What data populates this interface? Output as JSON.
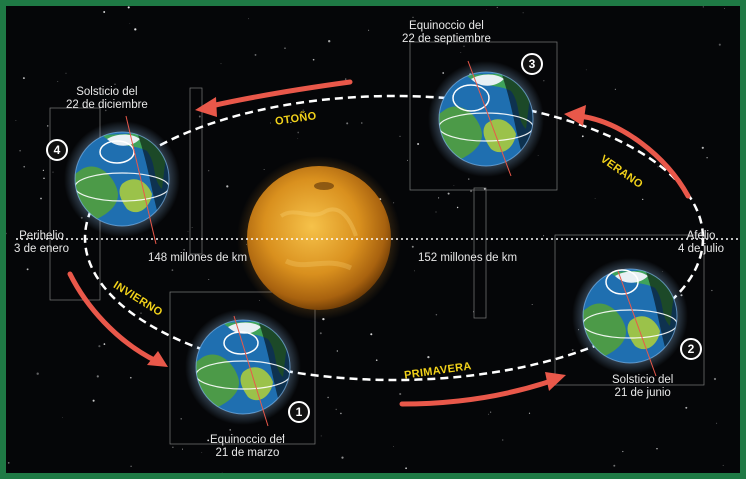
{
  "labels": {
    "perihelio": {
      "line1": "Perihelio",
      "line2": "3 de enero"
    },
    "afelio": {
      "line1": "Afelio",
      "line2": "4 de julio"
    },
    "dist_left": "148 millones de km",
    "dist_right": "152 millones de km"
  },
  "seasons": {
    "otono": "OTOÑO",
    "verano": "VERANO",
    "invierno": "INVIERNO",
    "primavera": "PRIMAVERA"
  },
  "positions": [
    {
      "number": "1",
      "line1": "Equinoccio del",
      "line2": "21 de marzo"
    },
    {
      "number": "2",
      "line1": "Solsticio del",
      "line2": "21 de junio"
    },
    {
      "number": "3",
      "line1": "Equinoccio del",
      "line2": "22 de septiembre"
    },
    {
      "number": "4",
      "line1": "Solsticio del",
      "line2": "22 de diciembre"
    }
  ],
  "colors": {
    "background": "#050608",
    "border": "#1f7a45",
    "arrow": "#e9584a",
    "season_text": "#f2d21a",
    "sun": "#d9901e",
    "ocean": "#1f6fb0",
    "land": "#78b43c"
  },
  "icons": [
    "sun-icon",
    "earth-icon",
    "arrow-icon"
  ]
}
